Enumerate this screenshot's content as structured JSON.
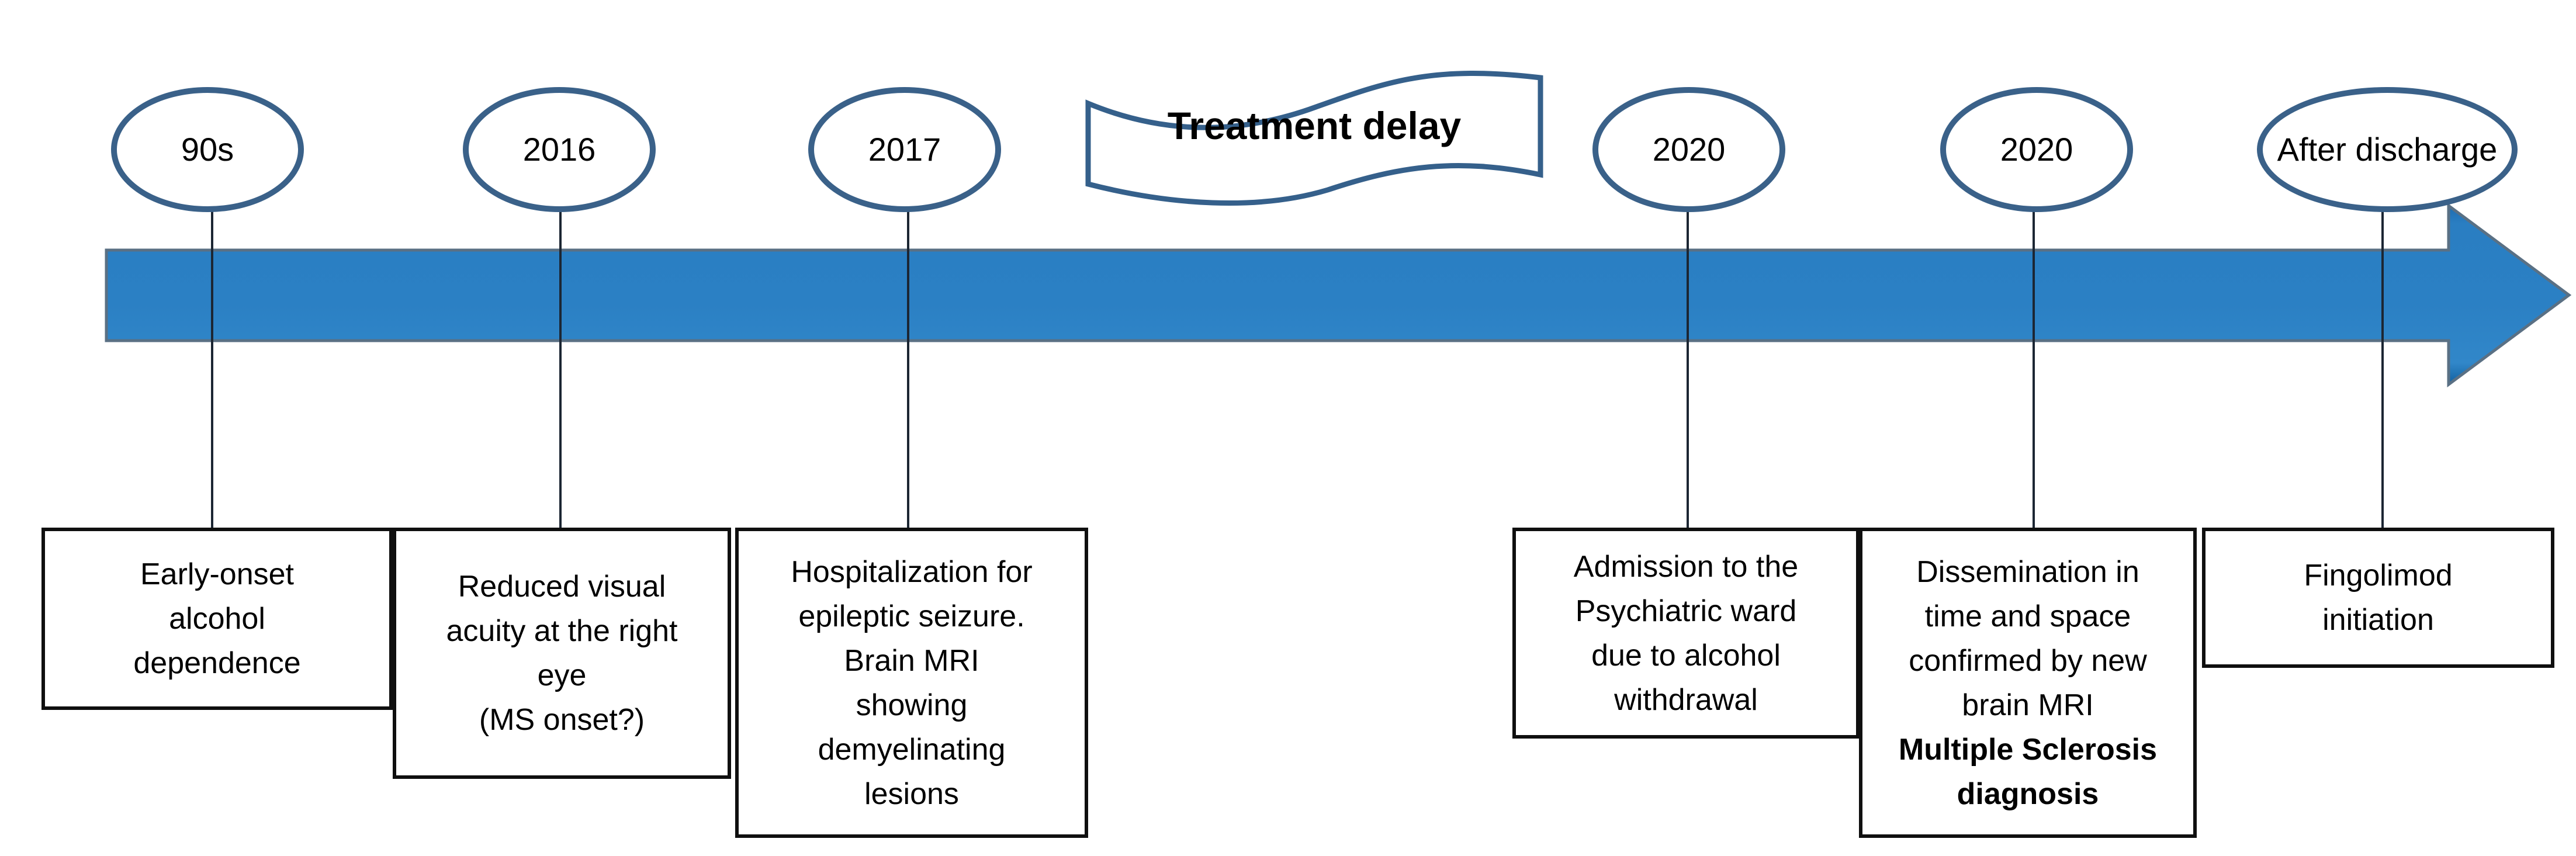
{
  "palette": {
    "node_outline": "#3a6189",
    "banner_outline": "#35608b",
    "arrow_fill": "#2b80c4",
    "arrow_fill_dark": "#11609f",
    "arrow_border": "#5a7084",
    "box_border": "#0f0f0f",
    "connector": "#1c2633",
    "text": "#000000"
  },
  "timeline": {
    "banner": {
      "label": "Treatment delay"
    },
    "nodes": [
      {
        "id": "90s",
        "label": "90s",
        "lines": [
          "Early-onset",
          "alcohol",
          "dependence"
        ]
      },
      {
        "id": "2016",
        "label": "2016",
        "lines": [
          "Reduced visual",
          "acuity at the right",
          "eye",
          "(MS onset?)"
        ]
      },
      {
        "id": "2017",
        "label": "2017",
        "lines": [
          "Hospitalization for",
          "epileptic seizure.",
          "Brain MRI",
          "showing",
          "demyelinating",
          "lesions"
        ]
      },
      {
        "id": "2020-admission",
        "label": "2020",
        "lines": [
          "Admission to the",
          "Psychiatric ward",
          "due to alcohol",
          "withdrawal"
        ]
      },
      {
        "id": "2020-diagnosis",
        "label": "2020",
        "lines": [
          "Dissemination in",
          "time and space",
          "confirmed by new",
          "brain MRI"
        ],
        "bold_lines": [
          "Multiple Sclerosis",
          "diagnosis"
        ]
      },
      {
        "id": "after-discharge",
        "label": "After discharge",
        "lines": [
          "Fingolimod",
          "initiation"
        ]
      }
    ]
  }
}
